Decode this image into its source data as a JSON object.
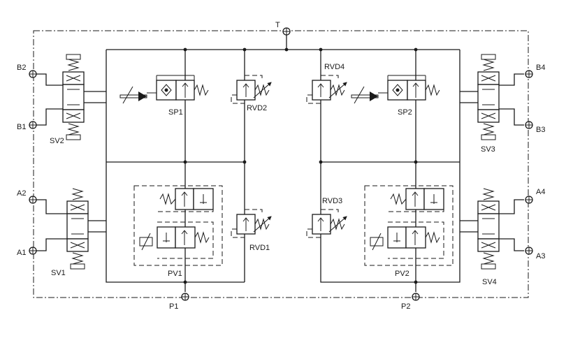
{
  "labels": {
    "T": "T",
    "P1": "P1",
    "P2": "P2",
    "A1": "A1",
    "A2": "A2",
    "A3": "A3",
    "A4": "A4",
    "B1": "B1",
    "B2": "B2",
    "B3": "B3",
    "B4": "B4",
    "SV1": "SV1",
    "SV2": "SV2",
    "SV3": "SV3",
    "SV4": "SV4",
    "SP1": "SP1",
    "SP2": "SP2",
    "PV1": "PV1",
    "PV2": "PV2",
    "RVD1": "RVD1",
    "RVD2": "RVD2",
    "RVD3": "RVD3",
    "RVD4": "RVD4"
  }
}
